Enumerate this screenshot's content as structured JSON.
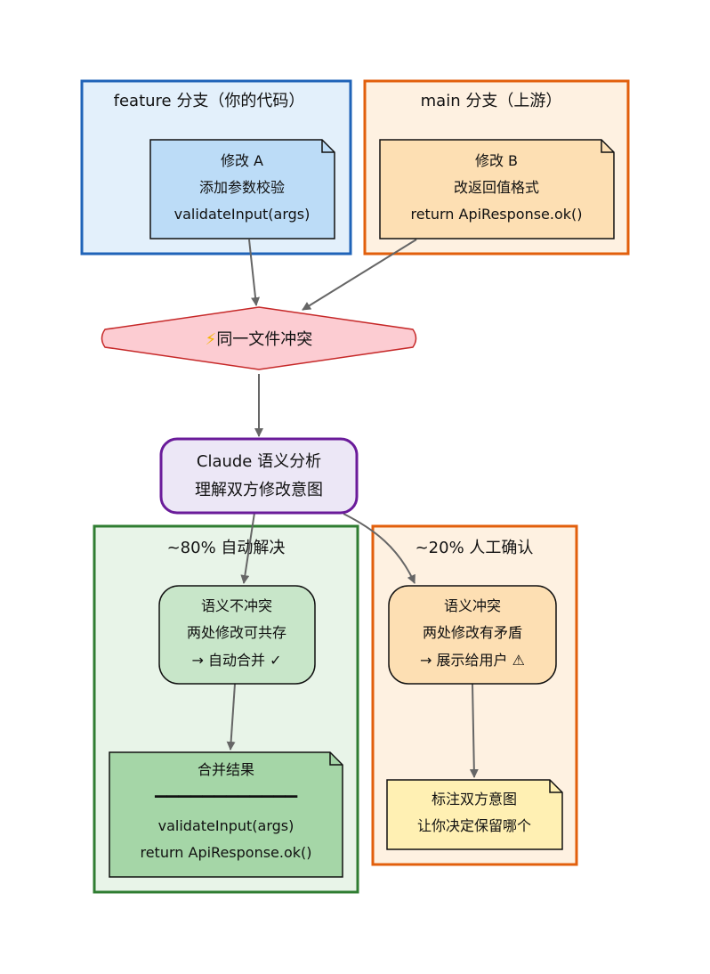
{
  "clusters": {
    "feature": {
      "label": "feature 分支（你的代码）",
      "fill": "#e3f0fb",
      "stroke": "#1f63b8"
    },
    "main": {
      "label": "main 分支（上游）",
      "fill": "#fef1e1",
      "stroke": "#e25f0c"
    },
    "auto": {
      "label": "~80% 自动解决",
      "fill": "#e8f4e8",
      "stroke": "#2f7d32"
    },
    "manual": {
      "label": "~20% 人工确认",
      "fill": "#fef1e1",
      "stroke": "#e25f0c"
    }
  },
  "nodes": {
    "change_a": {
      "lines": [
        "修改 A",
        "添加参数校验",
        "validateInput(args)"
      ],
      "fill": "#bcdcf7"
    },
    "change_b": {
      "lines": [
        "修改 B",
        "改返回值格式",
        "return ApiResponse.ok()"
      ],
      "fill": "#fddfb3"
    },
    "conflict": {
      "icon": "⚡",
      "label": "同一文件冲突",
      "fill": "#fcccd2",
      "stroke": "#c62828"
    },
    "claude": {
      "lines": [
        "Claude 语义分析",
        "理解双方修改意图"
      ],
      "fill": "#ece7f6",
      "stroke": "#6a1b9a"
    },
    "no_conflict": {
      "lines": [
        "语义不冲突",
        "两处修改可共存",
        "→ 自动合并 ✓"
      ],
      "fill": "#c8e6c9"
    },
    "semantic_conflict": {
      "lines": [
        "语义冲突",
        "两处修改有矛盾",
        "→ 展示给用户 ⚠"
      ],
      "fill": "#fddfb3"
    },
    "merge_result": {
      "lines": [
        "合并结果",
        "━━━━━━━━━━━━",
        "validateInput(args)",
        "return ApiResponse.ok()"
      ],
      "fill": "#a5d6a7"
    },
    "annotate": {
      "lines": [
        "标注双方意图",
        "让你决定保留哪个"
      ],
      "fill": "#fff0b3"
    }
  },
  "colors": {
    "edge": "#666666",
    "node_border": "#111111"
  }
}
